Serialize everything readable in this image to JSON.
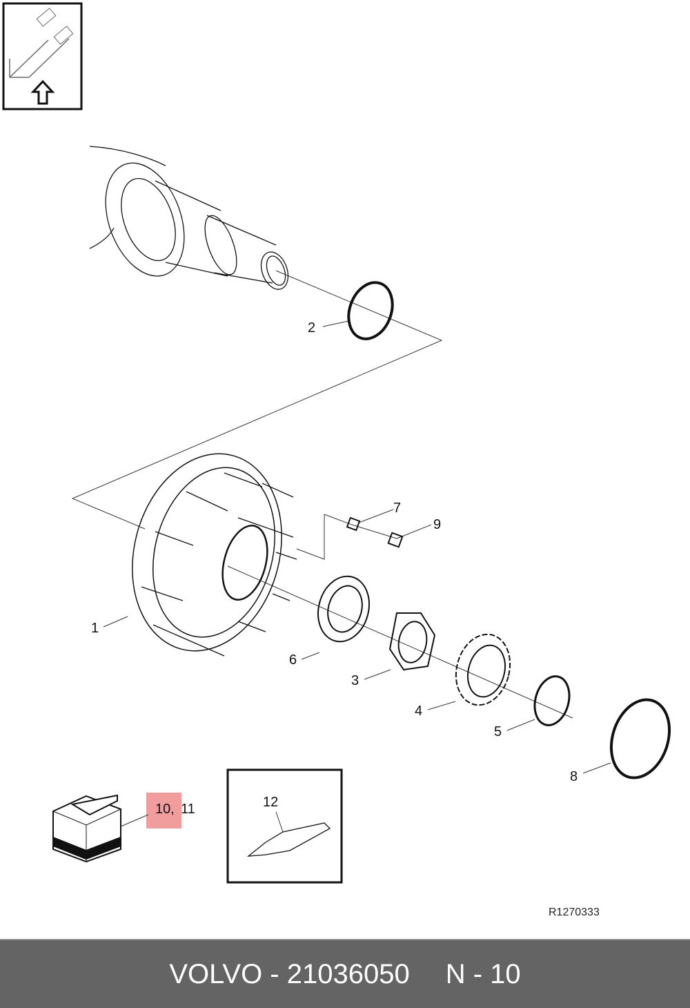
{
  "diagram": {
    "callouts": {
      "c1": "1",
      "c2": "2",
      "c3": "3",
      "c4": "4",
      "c5": "5",
      "c6": "6",
      "c7": "7",
      "c8": "8",
      "c9": "9",
      "c10": "10,",
      "c11": "11",
      "c12": "12"
    },
    "highlighted_callout": "10",
    "reference_code": "R1270333",
    "highlight_color": "#f08c8c"
  },
  "footer": {
    "brand_part": "VOLVO - 21036050",
    "position": "N - 10",
    "background": "#646464"
  }
}
